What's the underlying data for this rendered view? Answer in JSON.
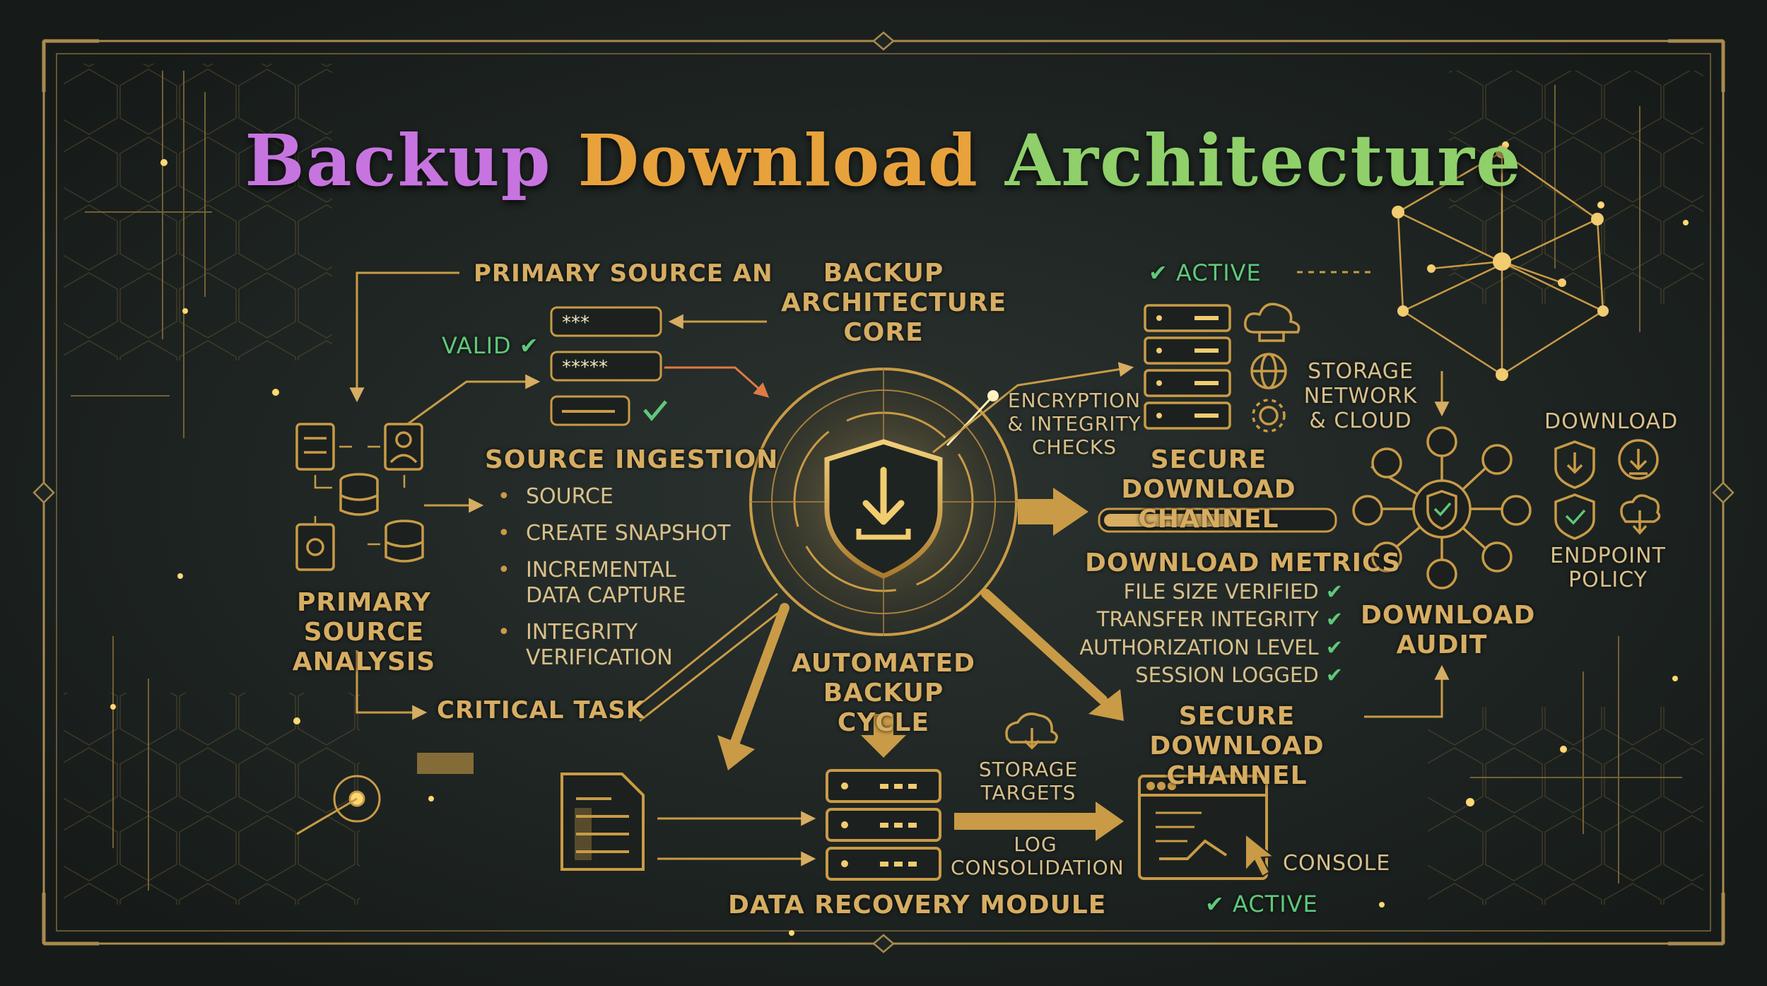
{
  "title": {
    "words": [
      {
        "text": "Backup",
        "color": "#c774e0"
      },
      {
        "text": "Download",
        "color": "#e8a23c"
      },
      {
        "text": "Architecture",
        "color": "#8fd06a"
      }
    ]
  },
  "labels": {
    "primary_source_top": "PRIMARY SOURCE AN",
    "core": "BACKUP ARCHITECTURE CORE",
    "active_top": "✔ ACTIVE",
    "valid": "VALID ✔",
    "encryption": "ENCRYPTION & INTEGRITY CHECKS",
    "storage_network": "STORAGE NETWORK & CLOUD",
    "download": "DOWNLOAD",
    "endpoint_policy": "ENDPOINT POLICY",
    "primary_source_analysis": "PRIMARY SOURCE ANALYSIS",
    "source_ingestion": "SOURCE INGESTION",
    "secure_channel_1": "SECURE DOWNLOAD CHANNEL",
    "download_metrics": "DOWNLOAD METRICS",
    "download_audit": "DOWNLOAD AUDIT",
    "critical_task": "CRITICAL TASK",
    "automated_cycle": "AUTOMATED BACKUP CYCLE",
    "secure_channel_2": "SECURE DOWNLOAD CHANNEL",
    "storage_targets": "STORAGE TARGETS",
    "log_consolidation": "LOG CONSOLIDATION",
    "console": "CONSOLE",
    "active_bottom": "✔ ACTIVE",
    "data_recovery": "DATA RECOVERY MODULE"
  },
  "ingestion_steps": [
    "SOURCE",
    "CREATE SNAPSHOT",
    "INCREMENTAL DATA CAPTURE",
    "INTEGRITY VERIFICATION"
  ],
  "metrics": [
    "FILE SIZE VERIFIED",
    "TRANSFER INTEGRITY",
    "AUTHORIZATION LEVEL",
    "SESSION LOGGED"
  ],
  "metric_check": "✔",
  "password_masks": [
    "***",
    "*****"
  ],
  "download_progress": 0.58,
  "colors": {
    "gold": "#d6ad62",
    "bright_gold": "#f5cf6e",
    "green": "#5fc87a",
    "background": "#1f2523",
    "arrow_orange": "#e07a45"
  },
  "icons": [
    "shield-download-icon",
    "server-icon",
    "cloud-icon",
    "globe-icon",
    "gear-icon",
    "database-icon",
    "document-icon",
    "console-icon",
    "cursor-icon",
    "user-icon",
    "lock-icon",
    "shield-check-icon",
    "network-node-icon"
  ]
}
